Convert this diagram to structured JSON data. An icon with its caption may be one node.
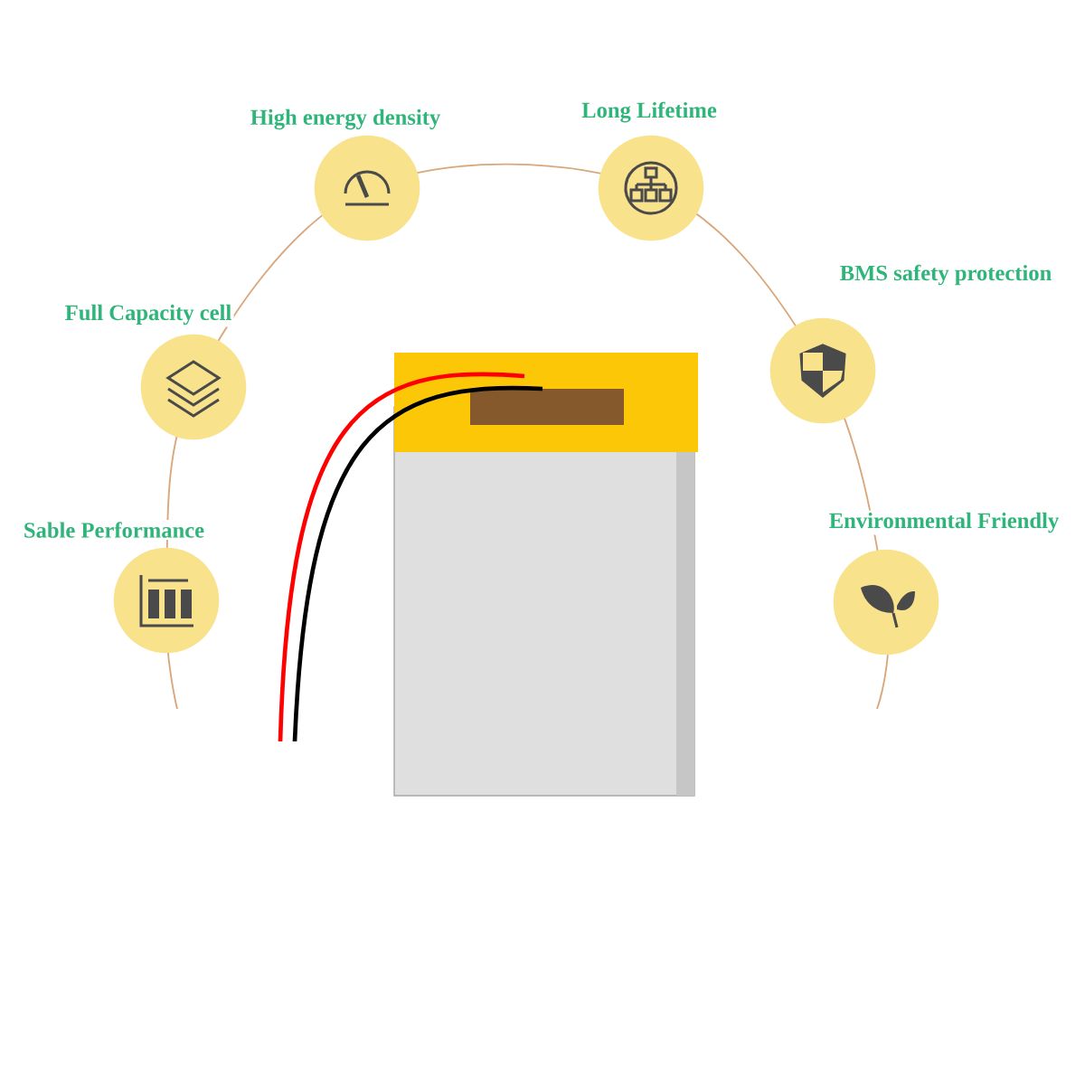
{
  "diagram": {
    "nodes": [
      {
        "text": [
          "High energy density"
        ]
      },
      {
        "text": [
          "Long Lifetime"
        ]
      },
      {
        "text": [
          "Full Capacity cell"
        ]
      },
      {
        "text": [
          "BMS safety protection"
        ]
      },
      {
        "text": [
          "Sable Performance"
        ]
      },
      {
        "text": [
          "Environmental Friendly"
        ]
      }
    ]
  }
}
